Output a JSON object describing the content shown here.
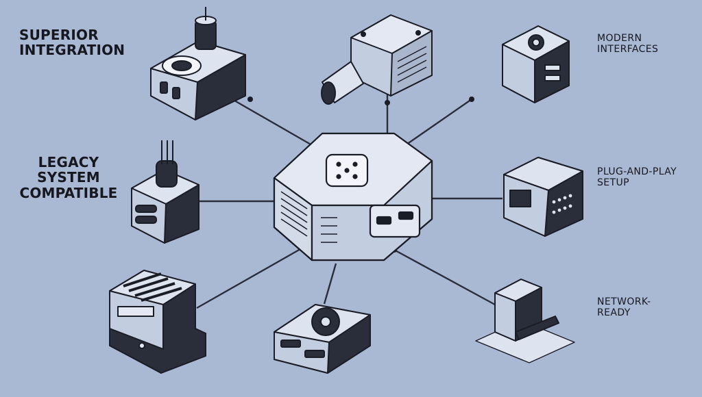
{
  "labels": {
    "superior": [
      "SUPERIOR",
      "INTEGRATION"
    ],
    "legacy": [
      "LEGACY",
      "SYSTEM",
      "COMPATIBLE"
    ],
    "modern": [
      "MODERN",
      "INTERFACES"
    ],
    "plug": [
      "PLUG-AND-PLAY",
      "SETUP"
    ],
    "network": [
      "NETWORK-",
      "READY"
    ]
  },
  "colors": {
    "background": "#a9b8d3",
    "device_light": "#dde3ef",
    "device_mid": "#c3cde0",
    "device_dark": "#2a2d3a",
    "outline": "#1a1c26",
    "connector": "#2a2d3a"
  },
  "devices": [
    "central-hub",
    "camera-device",
    "sensor-module",
    "modern-cube-module",
    "legacy-cable-module",
    "plug-and-play-cube",
    "rack-server",
    "gear-router",
    "network-tower"
  ]
}
